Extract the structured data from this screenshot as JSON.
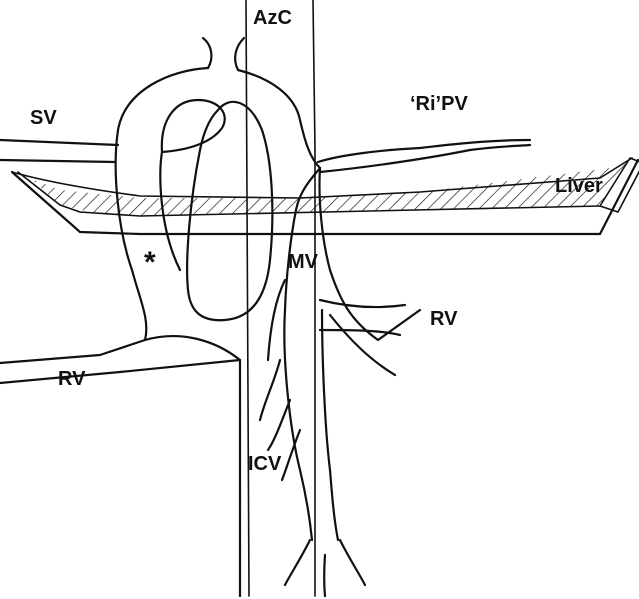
{
  "labels": {
    "azc": "AzC",
    "sv": "SV",
    "ripv": "‘Ri’PV",
    "liver": "Liver",
    "asterisk": "*",
    "mv": "MV",
    "rv_right": "RV",
    "rv_left": "RV",
    "icv": "ICV"
  },
  "colors": {
    "line": "#111111",
    "background": "#ffffff"
  }
}
